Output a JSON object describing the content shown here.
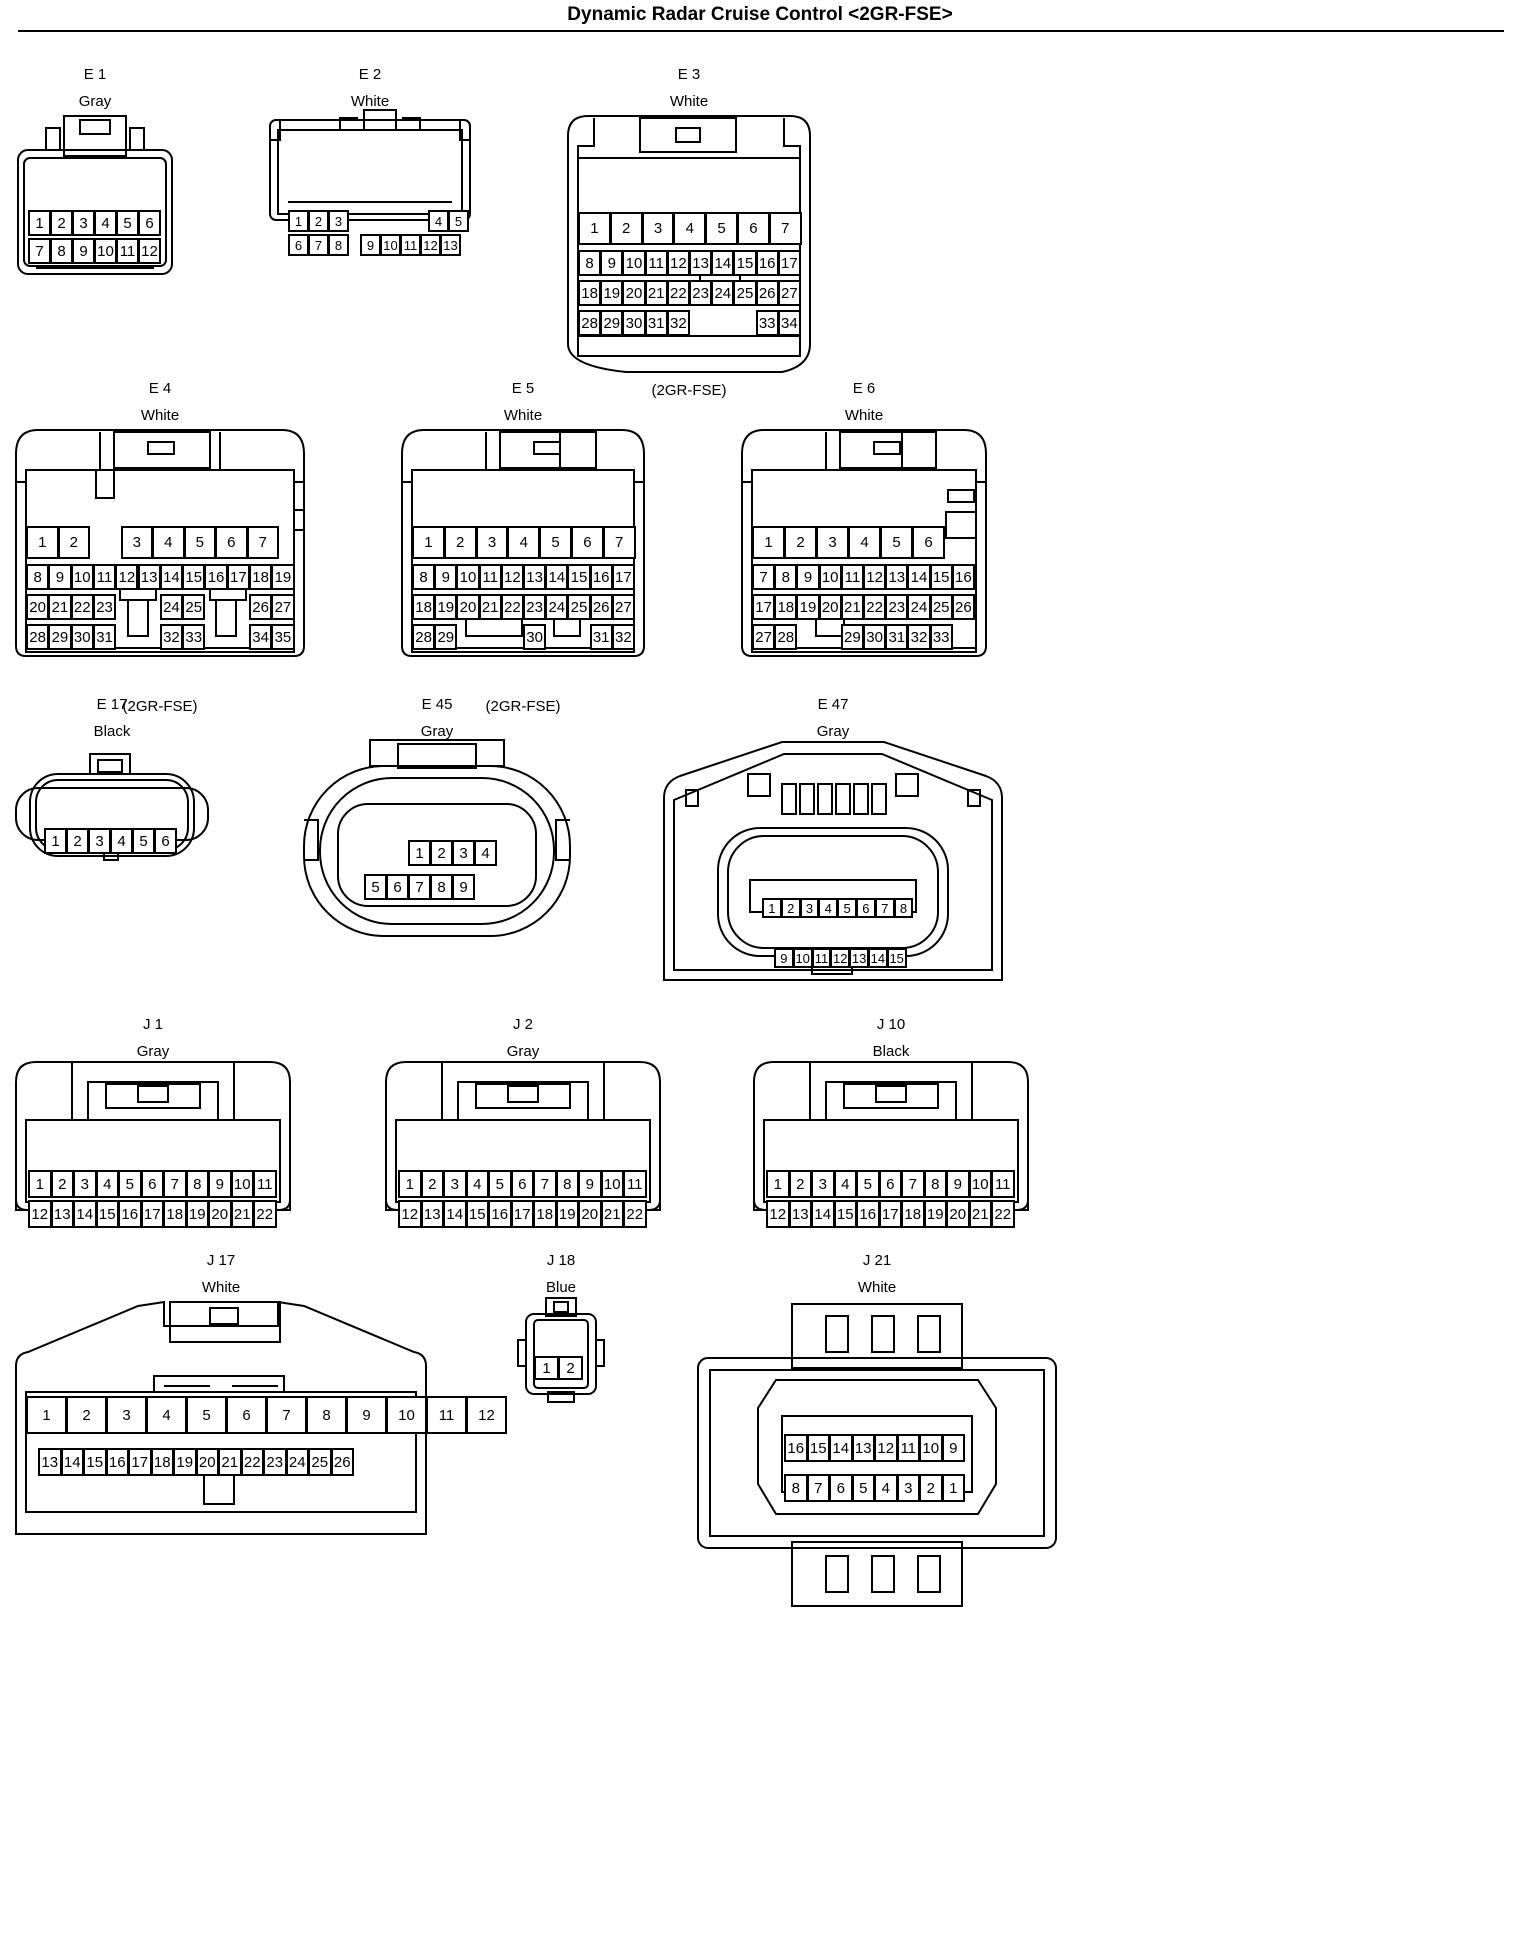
{
  "title": "Dynamic Radar Cruise Control <2GR-FSE>",
  "connectors": [
    {
      "id": "E 1",
      "color": "Gray",
      "note": "",
      "pins": [
        [
          "1",
          "2",
          "3",
          "4",
          "5",
          "6"
        ],
        [
          "7",
          "8",
          "9",
          "10",
          "11",
          "12"
        ]
      ]
    },
    {
      "id": "E 2",
      "color": "White",
      "note": "",
      "pins": [
        [
          "1",
          "2",
          "3",
          "",
          "",
          "",
          "",
          "4",
          "5"
        ],
        [
          "6",
          "7",
          "8",
          "9",
          "10",
          "11",
          "12",
          "13"
        ]
      ]
    },
    {
      "id": "E 3",
      "color": "White",
      "note": "(2GR-FSE)",
      "pins": [
        [
          "1",
          "2",
          "3",
          "4",
          "5",
          "6",
          "7"
        ],
        [
          "8",
          "9",
          "10",
          "11",
          "12",
          "13",
          "14",
          "15",
          "16",
          "17"
        ],
        [
          "18",
          "19",
          "20",
          "21",
          "22",
          "23",
          "24",
          "25",
          "26",
          "27"
        ],
        [
          "28",
          "29",
          "30",
          "31",
          "32",
          "",
          "",
          "",
          "33",
          "34"
        ]
      ]
    },
    {
      "id": "E 4",
      "color": "White",
      "note": "(2GR-FSE)",
      "pins": [
        [
          "1",
          "2",
          "",
          "3",
          "4",
          "5",
          "6",
          "7"
        ],
        [
          "8",
          "9",
          "10",
          "11",
          "12",
          "13",
          "14",
          "15",
          "16",
          "17",
          "18",
          "19"
        ],
        [
          "20",
          "21",
          "22",
          "23",
          "",
          "",
          "24",
          "25",
          "",
          "",
          "26",
          "27"
        ],
        [
          "28",
          "29",
          "30",
          "31",
          "",
          "",
          "32",
          "33",
          "",
          "",
          "34",
          "35"
        ]
      ]
    },
    {
      "id": "E 5",
      "color": "White",
      "note": "(2GR-FSE)",
      "pins": [
        [
          "1",
          "2",
          "3",
          "4",
          "5",
          "6",
          "7"
        ],
        [
          "8",
          "9",
          "10",
          "11",
          "12",
          "13",
          "14",
          "15",
          "16",
          "17"
        ],
        [
          "18",
          "19",
          "20",
          "21",
          "22",
          "23",
          "24",
          "25",
          "26",
          "27"
        ],
        [
          "28",
          "29",
          "",
          "",
          "",
          "30",
          "",
          "",
          "31",
          "32"
        ]
      ]
    },
    {
      "id": "E 6",
      "color": "White",
      "note": "",
      "pins": [
        [
          "1",
          "2",
          "3",
          "4",
          "5",
          "6"
        ],
        [
          "7",
          "8",
          "9",
          "10",
          "11",
          "12",
          "13",
          "14",
          "15",
          "16"
        ],
        [
          "17",
          "18",
          "19",
          "20",
          "21",
          "22",
          "23",
          "24",
          "25",
          "26"
        ],
        [
          "27",
          "28",
          "",
          "",
          "29",
          "30",
          "31",
          "32",
          "33"
        ]
      ]
    },
    {
      "id": "E 17",
      "color": "Black",
      "note": "",
      "pins": [
        [
          "1",
          "2",
          "3",
          "4",
          "5",
          "6"
        ]
      ]
    },
    {
      "id": "E 45",
      "color": "Gray",
      "note": "",
      "pins": [
        [
          "1",
          "2",
          "3",
          "4"
        ],
        [
          "5",
          "6",
          "7",
          "8",
          "9"
        ]
      ]
    },
    {
      "id": "E 47",
      "color": "Gray",
      "note": "",
      "pins": [
        [
          "1",
          "2",
          "3",
          "4",
          "5",
          "6",
          "7",
          "8"
        ],
        [
          "9",
          "10",
          "11",
          "12",
          "13",
          "14",
          "15"
        ]
      ]
    },
    {
      "id": "J 1",
      "color": "Gray",
      "note": "",
      "pins": [
        [
          "1",
          "2",
          "3",
          "4",
          "5",
          "6",
          "7",
          "8",
          "9",
          "10",
          "11"
        ],
        [
          "12",
          "13",
          "14",
          "15",
          "16",
          "17",
          "18",
          "19",
          "20",
          "21",
          "22"
        ]
      ]
    },
    {
      "id": "J 2",
      "color": "Gray",
      "note": "",
      "pins": [
        [
          "1",
          "2",
          "3",
          "4",
          "5",
          "6",
          "7",
          "8",
          "9",
          "10",
          "11"
        ],
        [
          "12",
          "13",
          "14",
          "15",
          "16",
          "17",
          "18",
          "19",
          "20",
          "21",
          "22"
        ]
      ]
    },
    {
      "id": "J 10",
      "color": "Black",
      "note": "",
      "pins": [
        [
          "1",
          "2",
          "3",
          "4",
          "5",
          "6",
          "7",
          "8",
          "9",
          "10",
          "11"
        ],
        [
          "12",
          "13",
          "14",
          "15",
          "16",
          "17",
          "18",
          "19",
          "20",
          "21",
          "22"
        ]
      ]
    },
    {
      "id": "J 17",
      "color": "White",
      "note": "",
      "pins": [
        [
          "1",
          "2",
          "3",
          "4",
          "5",
          "6",
          "7",
          "8",
          "9",
          "10",
          "11",
          "12"
        ],
        [
          "13",
          "14",
          "15",
          "16",
          "17",
          "18",
          "19",
          "20",
          "21",
          "22",
          "23",
          "24",
          "25",
          "26"
        ]
      ]
    },
    {
      "id": "J 18",
      "color": "Blue",
      "note": "",
      "pins": [
        [
          "1",
          "2"
        ]
      ]
    },
    {
      "id": "J 21",
      "color": "White",
      "note": "",
      "pins": [
        [
          "16",
          "15",
          "14",
          "13",
          "12",
          "11",
          "10",
          "9"
        ],
        [
          "8",
          "7",
          "6",
          "5",
          "4",
          "3",
          "2",
          "1"
        ]
      ]
    }
  ]
}
